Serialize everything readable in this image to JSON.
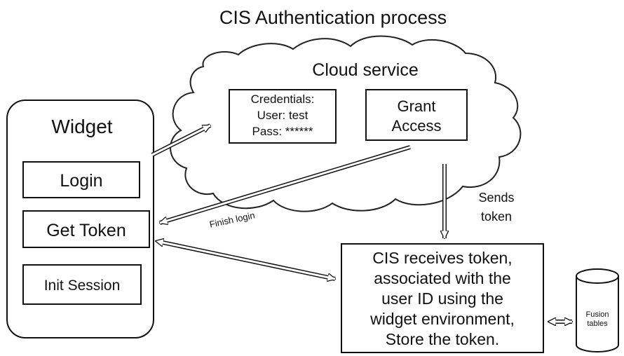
{
  "title": "CIS Authentication process",
  "cloud": {
    "label": "Cloud service",
    "credentials": [
      "Credentials:",
      "User: test",
      "Pass: ******"
    ],
    "grant": [
      "Grant",
      "Access"
    ]
  },
  "widget": {
    "label": "Widget",
    "buttons": {
      "login": "Login",
      "get_token": "Get Token",
      "init_session": "Init Session"
    }
  },
  "edges": {
    "finish_login": "Finish login",
    "sends_token": [
      "Sends",
      "token"
    ]
  },
  "cis_box": [
    "CIS receives token,",
    "associated with the",
    "user ID using the",
    "widget environment,",
    "Store the token."
  ],
  "fusion_tables": [
    "Fusion",
    "tables"
  ]
}
